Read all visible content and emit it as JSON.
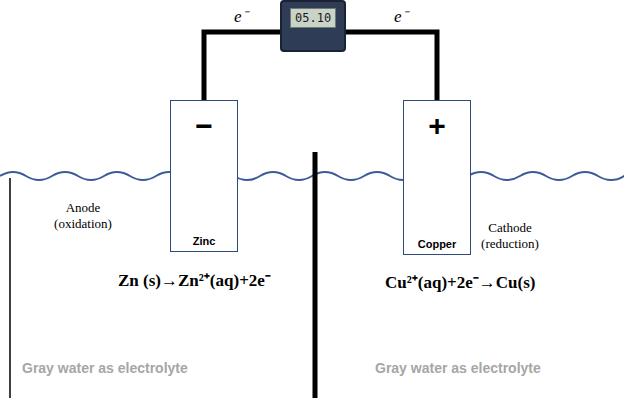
{
  "diagram": {
    "nodes": [
      {
        "text": [
          "05.10"
        ]
      },
      {
        "text": [
          "−",
          "Zinc"
        ]
      },
      {
        "text": [
          "+",
          "Copper"
        ]
      }
    ],
    "edges": [
      {
        "from": 1,
        "to": 0,
        "arrow": "none",
        "label": "e⁻"
      },
      {
        "from": 0,
        "to": 2,
        "arrow": "none",
        "label": "e⁻"
      }
    ],
    "labels": [
      "Anode (oxidation)",
      "Cathode (reduction)",
      "Zn (s)→Zn²⁺(aq)+2e⁻",
      "Cu²⁺(aq)+2e⁻→Cu(s)",
      "Gray water as electrolyte",
      "Gray water as electrolyte"
    ]
  }
}
